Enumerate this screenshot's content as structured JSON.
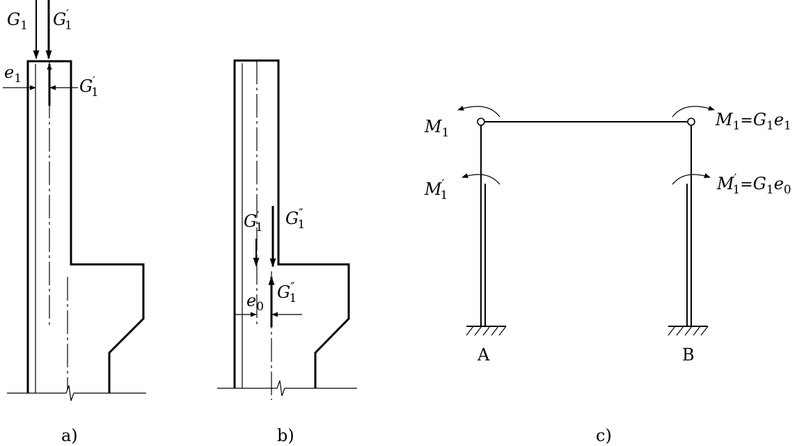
{
  "panel_a": {
    "caption": "a)",
    "load_g1": {
      "main": "G",
      "sub": "1",
      "prime": ""
    },
    "load_g1p_top": {
      "main": "G",
      "sub": "1",
      "prime": "′"
    },
    "ecc_e1": {
      "main": "e",
      "sub": "1"
    },
    "load_g1p_right": {
      "main": "G",
      "sub": "1",
      "prime": "′"
    }
  },
  "panel_b": {
    "caption": "b)",
    "load_g1p": {
      "main": "G",
      "sub": "1",
      "prime": "′"
    },
    "load_g1pp_top": {
      "main": "G",
      "sub": "1",
      "prime": "″"
    },
    "ecc_e0": {
      "main": "e",
      "sub": "0"
    },
    "load_g1pp_bottom": {
      "main": "G",
      "sub": "1",
      "prime": "″"
    }
  },
  "panel_c": {
    "caption": "c)",
    "m1_left": {
      "main": "M",
      "sub": "1",
      "prime": ""
    },
    "m1p_left": {
      "main": "M",
      "sub": "1",
      "prime": "′"
    },
    "m1_right": {
      "main": "M",
      "sub": "1",
      "prime": "",
      "eq": "=",
      "rhs_main": "G",
      "rhs_sub": "1",
      "rhs_var": "e",
      "rhs_var_sub": "1"
    },
    "m1p_right": {
      "main": "M",
      "sub": "1",
      "prime": "′",
      "eq": "=",
      "rhs_main": "G",
      "rhs_sub": "1",
      "rhs_var": "e",
      "rhs_var_sub": "0"
    },
    "support_a": "A",
    "support_b": "B"
  }
}
